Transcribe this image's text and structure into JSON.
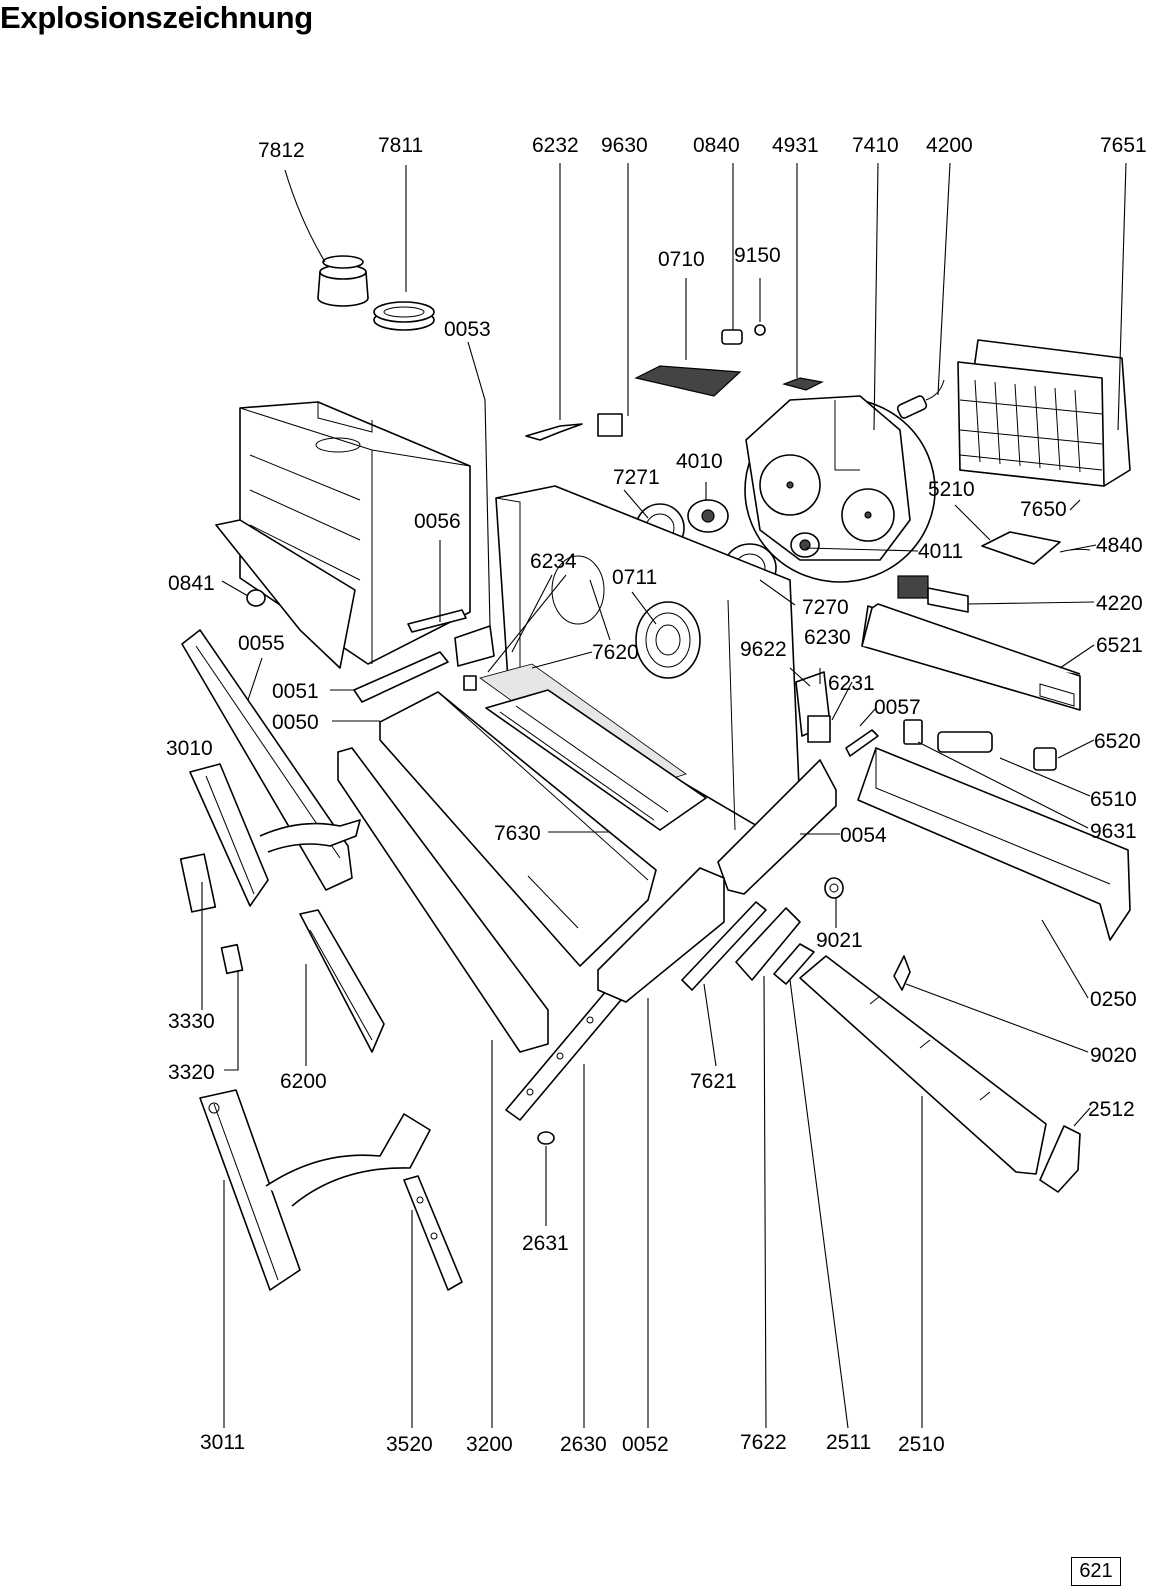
{
  "title": "Explosionszeichnung",
  "page_number": "621",
  "part_labels": {
    "p7812": "7812",
    "p7811": "7811",
    "p6232": "6232",
    "p9630": "9630",
    "p0840": "0840",
    "p4931": "4931",
    "p7410": "7410",
    "p4200": "4200",
    "p7651": "7651",
    "p0710": "0710",
    "p9150": "9150",
    "p0053": "0053",
    "p7271": "7271",
    "p4010": "4010",
    "p5210": "5210",
    "p7650": "7650",
    "p0056": "0056",
    "p6234": "6234",
    "p0711": "0711",
    "p4011": "4011",
    "p4840": "4840",
    "p0841": "0841",
    "p7270": "7270",
    "p4220": "4220",
    "p0055": "0055",
    "p7620": "7620",
    "p9622": "9622",
    "p6230": "6230",
    "p6521": "6521",
    "p0051": "0051",
    "p6231": "6231",
    "p0057": "0057",
    "p0050": "0050",
    "p6520": "6520",
    "p3010": "3010",
    "p6510": "6510",
    "p7630": "7630",
    "p0054": "0054",
    "p9631": "9631",
    "p9021": "9021",
    "p0250": "0250",
    "p3330": "3330",
    "p9020": "9020",
    "p3320": "3320",
    "p6200": "6200",
    "p7621": "7621",
    "p2512": "2512",
    "p2631": "2631",
    "p3011": "3011",
    "p3520": "3520",
    "p3200": "3200",
    "p2630": "2630",
    "p0052": "0052",
    "p7622": "7622",
    "p2511": "2511",
    "p2510": "2510"
  }
}
